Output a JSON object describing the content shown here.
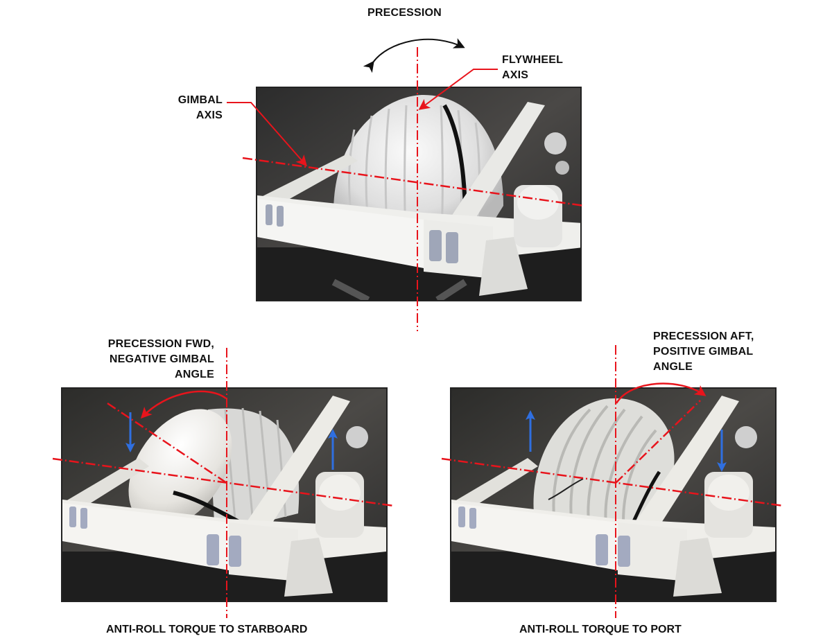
{
  "diagram": {
    "top": {
      "precession_label": "PRECESSION",
      "flywheel_axis_label": [
        "FLYWHEEL",
        "AXIS"
      ],
      "gimbal_axis_label": [
        "GIMBAL",
        "AXIS"
      ],
      "photo_description": "Gyrostabilizer flywheel enclosure in gimbal frame, neutral position"
    },
    "bottom_left": {
      "annotation": [
        "PRECESSION FWD,",
        "NEGATIVE GIMBAL",
        "ANGLE"
      ],
      "caption": "ANTI-ROLL TORQUE TO STARBOARD",
      "photo_description": "Flywheel enclosure tilted forward (negative gimbal angle)"
    },
    "bottom_right": {
      "annotation": [
        "PRECESSION AFT,",
        "POSITIVE GIMBAL",
        "ANGLE"
      ],
      "caption": "ANTI-ROLL TORQUE TO PORT",
      "photo_description": "Flywheel enclosure tilted aft (positive gimbal angle)"
    },
    "colors": {
      "axis_lines": "#e8141c",
      "torque_arrows": "#2f6fe0",
      "precession_arrow": "#111111",
      "text": "#111111"
    }
  }
}
